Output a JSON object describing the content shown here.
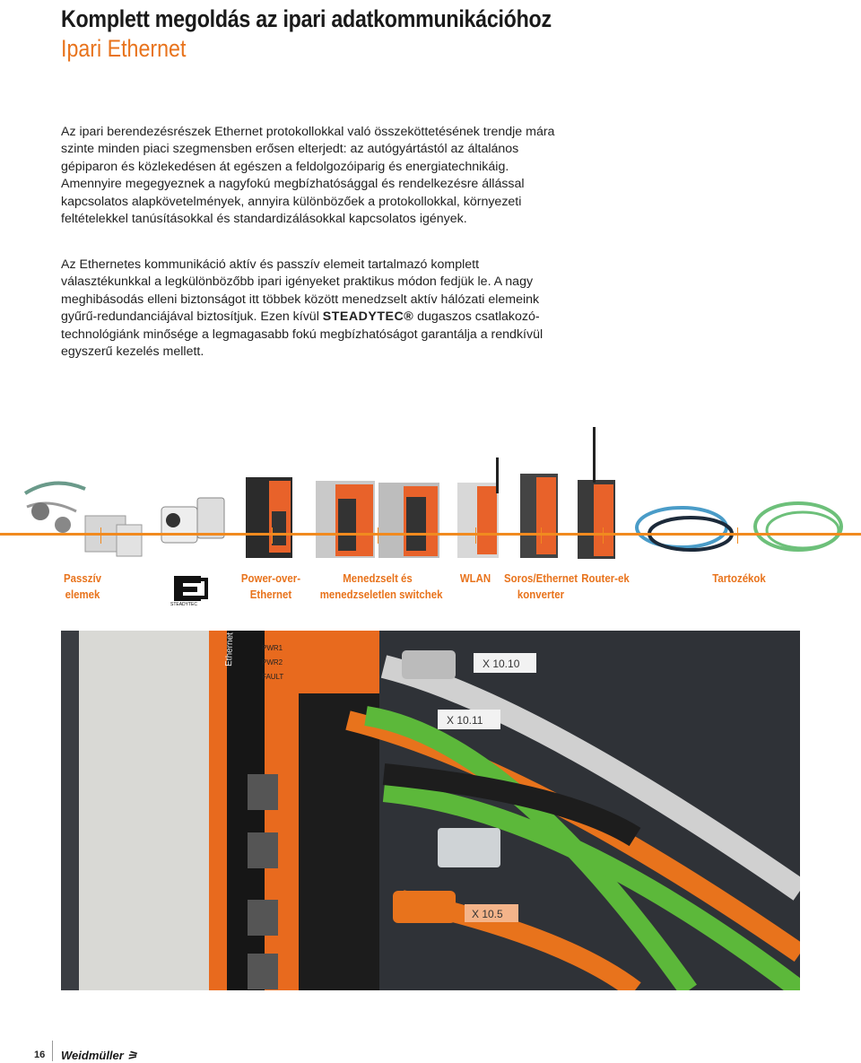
{
  "header": {
    "title": "Komplett megoldás az ipari adatkommunikációhoz",
    "subtitle": "Ipari Ethernet"
  },
  "body": {
    "paragraph1": "Az ipari berendezésrészek Ethernet protokollokkal való összeköttetésének trendje mára szinte minden piaci szegmensben erősen elterjedt: az autógyártástól az általános gépiparon és közlekedésen át egészen a feldolgozóiparig és energiatechnikáig. Amennyire megegyeznek a nagyfokú megbízhatósággal és rendelkezésre állással kapcsolatos alapkövetelmények, annyira különbözőek a protokollokkal, környezeti feltételekkel tanúsításokkal és standardizálásokkal kapcsolatos igények.",
    "paragraph2_a": "Az Ethernetes kommunikáció aktív és passzív elemeit tartalmazó komplett választékunkkal a legkülönbözőbb ipari igényeket praktikus módon fedjük le. A nagy meghibásodás elleni biztonságot itt többek között menedzselt aktív hálózati elemeink gyűrű-redundanciájával biztosítjuk. Ezen kívül ",
    "paragraph2_brand": "STEADYTEC®",
    "paragraph2_b": " dugaszos csatlakozó-technológiánk minősége a legmagasabb fokú megbízhatóságot garantálja a rendkívül egyszerű kezelés mellett."
  },
  "categories": [
    {
      "line1": "Passzív",
      "line2": "elemek"
    },
    {
      "line1": "Power-over-",
      "line2": "Ethernet"
    },
    {
      "line1": "Menedzselt és",
      "line2": "menedzseletlen switchek"
    },
    {
      "line1": "WLAN",
      "line2": ""
    },
    {
      "line1": "Soros/Ethernet",
      "line2": "konverter"
    },
    {
      "line1": "Router-ek",
      "line2": ""
    },
    {
      "line1": "Tartozékok",
      "line2": ""
    }
  ],
  "steadytec_logo_text": "STEADYTEC",
  "photo_labels": {
    "label1": "X 10.10",
    "label2": "X 10.11",
    "label3": "X 10.5",
    "device_text": "Ethernet Sw",
    "pwr1": "PWR1",
    "pwr2": "PWR2",
    "fault": "FAULT"
  },
  "footer": {
    "page_number": "16",
    "brand": "Weidmüller"
  },
  "colors": {
    "accent": "#e8731c",
    "line": "#f18a1f"
  }
}
